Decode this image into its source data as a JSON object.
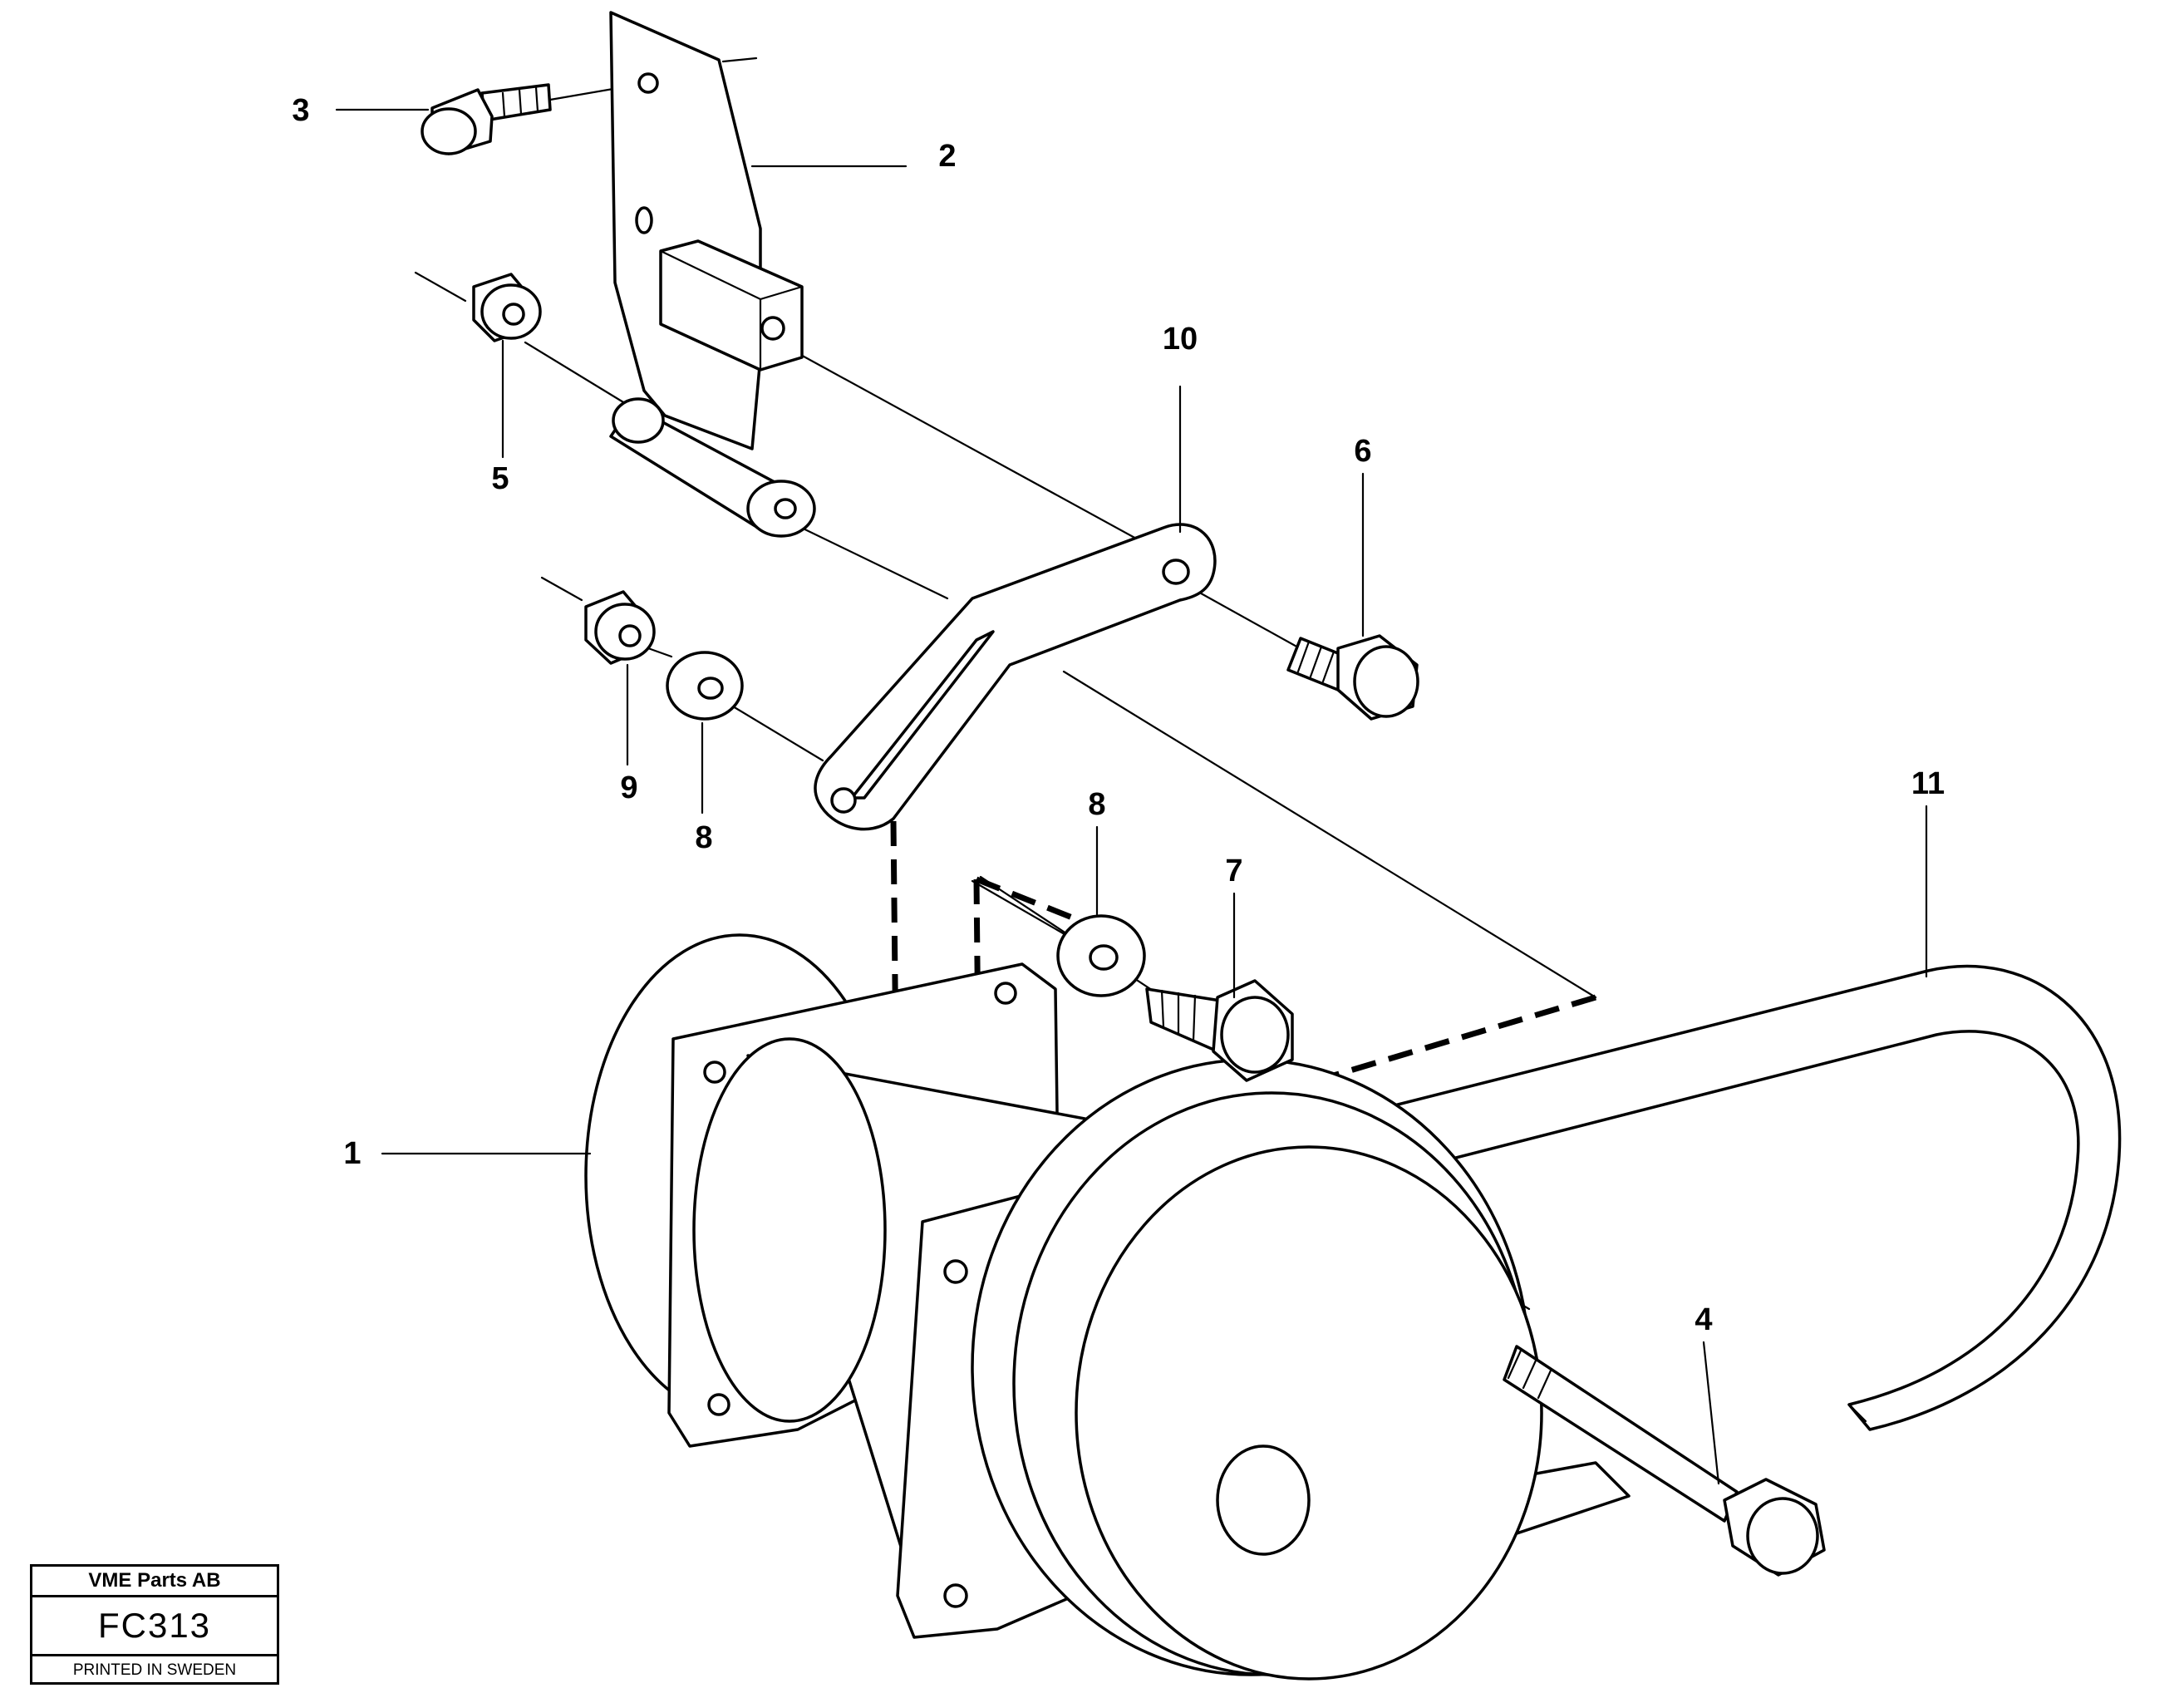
{
  "diagram": {
    "callouts": [
      "1",
      "2",
      "3",
      "4",
      "5",
      "6",
      "7",
      "8",
      "8",
      "9",
      "10",
      "11"
    ]
  },
  "title_block": {
    "company": "VME Parts AB",
    "code": "FC313",
    "printed": "PRINTED IN SWEDEN"
  }
}
